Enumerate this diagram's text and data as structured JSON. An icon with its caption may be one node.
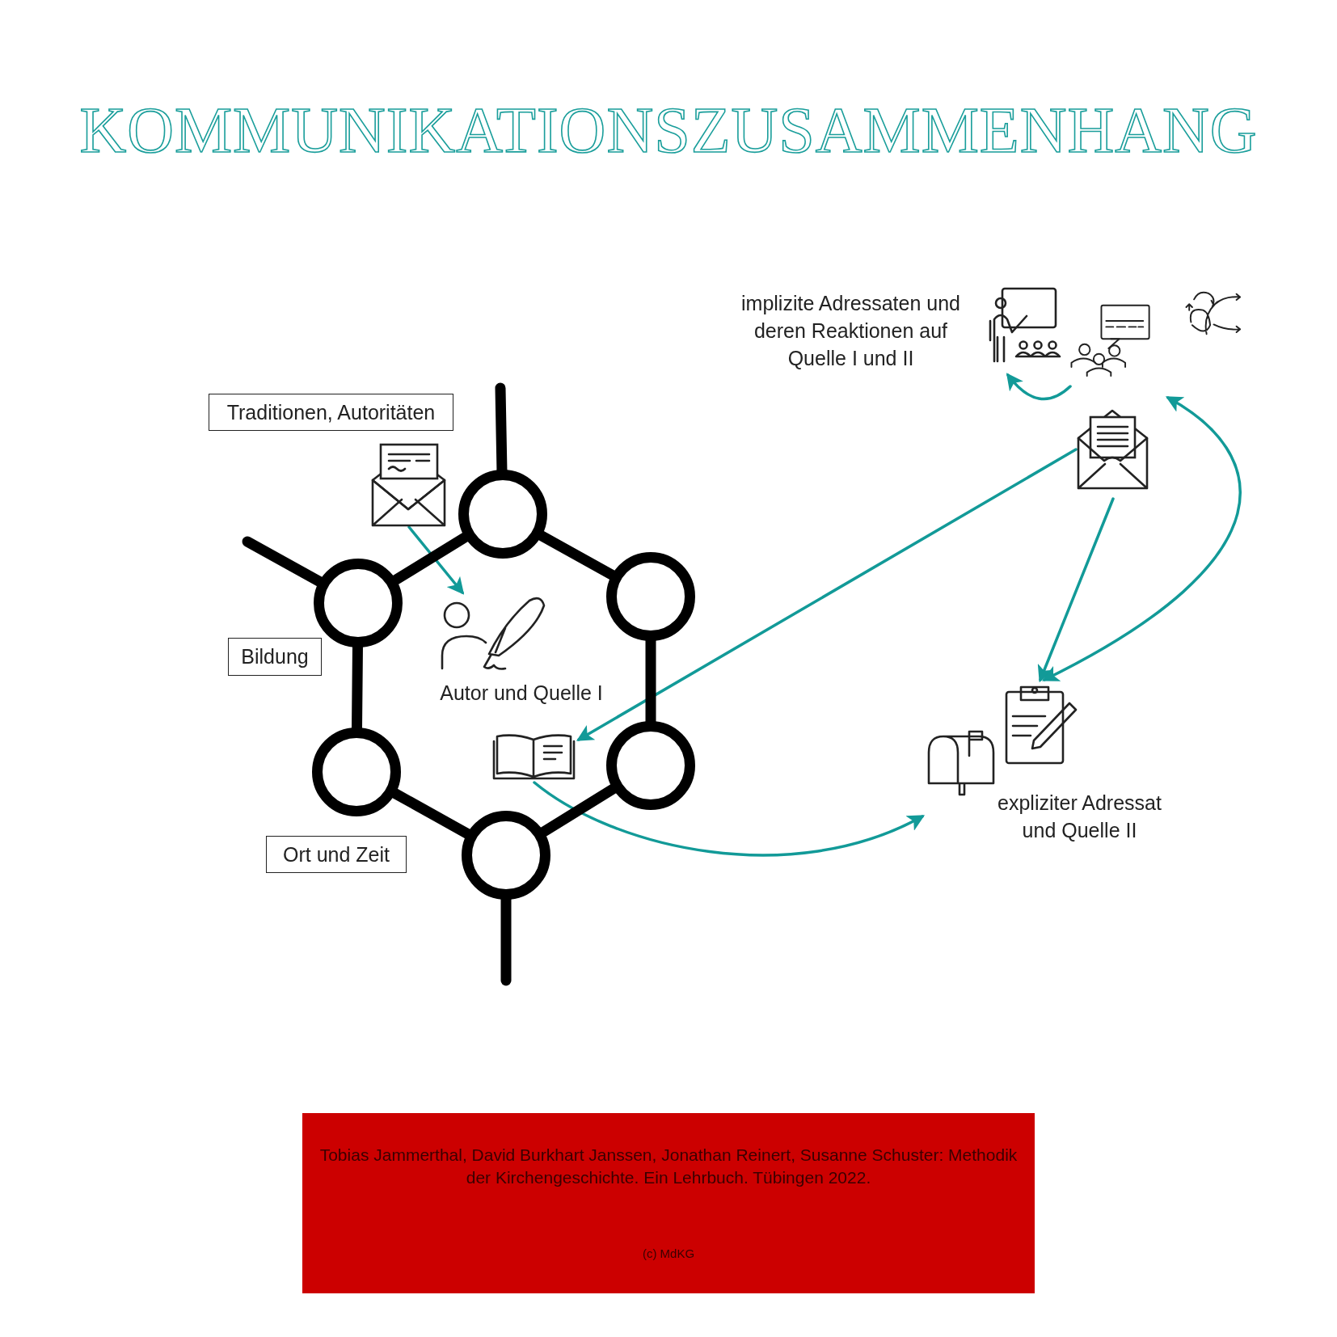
{
  "diagram": {
    "title": "KOMMUNIKATIONSZUSAMMENHANG",
    "caption": "Tobias Jammerthal, David Burkhart Janssen, Jonathan Reinert, Susanne Schuster: Methodik der Kirchengeschichte. Ein Lehrbuch. Tübingen 2022.",
    "nodes": [
      {
        "text": [
          "Traditionen, Autoritäten"
        ]
      },
      {
        "text": [
          "Bildung"
        ]
      },
      {
        "text": [
          "Ort und Zeit"
        ]
      },
      {
        "text": [],
        "shape": "picture"
      },
      {
        "text": [
          "Autor und Quelle I"
        ]
      },
      {
        "text": [],
        "shape": "picture"
      },
      {
        "text": [],
        "shape": "circle"
      },
      {
        "text": [],
        "shape": "circle"
      },
      {
        "text": [],
        "shape": "circle"
      },
      {
        "text": [],
        "shape": "circle"
      },
      {
        "text": [],
        "shape": "circle"
      },
      {
        "text": [],
        "shape": "circle"
      },
      {
        "text": [
          "implizite Adressaten und deren Reaktionen auf Quelle I und II"
        ]
      },
      {
        "text": [],
        "shape": "picture"
      },
      {
        "text": [],
        "shape": "picture"
      },
      {
        "text": [
          "expliziter Adressat und Quelle II"
        ]
      }
    ],
    "edges": [
      {
        "from": 3,
        "to": 4,
        "arrow": "to",
        "color": "#129a98"
      },
      {
        "from": 14,
        "to": 5,
        "arrow": "to",
        "color": "#129a98"
      },
      {
        "from": 5,
        "to": 15,
        "arrow": "to",
        "color": "#129a98"
      },
      {
        "from": 14,
        "to": 15,
        "arrow": "to",
        "color": "#129a98"
      },
      {
        "from": 13,
        "to": 12,
        "arrow": "to",
        "color": "#129a98"
      },
      {
        "from": 15,
        "to": 13,
        "arrow": "both",
        "color": "#129a98"
      },
      {
        "from": 6,
        "to": 7,
        "arrow": "none"
      },
      {
        "from": 7,
        "to": 8,
        "arrow": "none"
      },
      {
        "from": 8,
        "to": 9,
        "arrow": "none"
      },
      {
        "from": 9,
        "to": 10,
        "arrow": "none"
      },
      {
        "from": 10,
        "to": 11,
        "arrow": "none"
      },
      {
        "from": 11,
        "to": 6,
        "arrow": "none"
      },
      {
        "from": 6,
        "to": null,
        "arrow": "none"
      },
      {
        "from": 11,
        "to": null,
        "arrow": "none"
      },
      {
        "from": 9,
        "to": null,
        "arrow": "none"
      }
    ],
    "labels": [
      "(c) MdKG"
    ]
  }
}
